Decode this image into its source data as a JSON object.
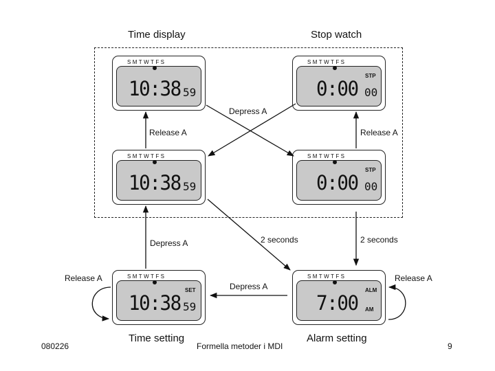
{
  "headings": {
    "time_display": "Time display",
    "stop_watch": "Stop watch",
    "time_setting": "Time setting",
    "alarm_setting": "Alarm setting"
  },
  "watches": {
    "time_display_top": {
      "days": "SMTWTFS",
      "time": "10:38",
      "seconds": "59",
      "mode": ""
    },
    "stop_watch_top": {
      "days": "SMTWTFS",
      "time": "0:00",
      "seconds": "00",
      "mode": "STP"
    },
    "time_display_bottom": {
      "days": "SMTWTFS",
      "time": "10:38",
      "seconds": "59",
      "mode": ""
    },
    "stop_watch_bottom": {
      "days": "SMTWTFS",
      "time": "0:00",
      "seconds": "00",
      "mode": "STP"
    },
    "time_setting": {
      "days": "SMTWTFS",
      "time": "10:38",
      "seconds": "59",
      "mode": "SET"
    },
    "alarm_setting": {
      "days": "SMTWTFS",
      "time": "7:00",
      "seconds": "",
      "mode": "ALM",
      "am": "AM"
    }
  },
  "transitions": {
    "release_a_left": "Release A",
    "release_a_right": "Release A",
    "depress_a_cross": "Depress A",
    "depress_a_up": "Depress A",
    "two_seconds_diag": "2 seconds",
    "two_seconds_right": "2 seconds",
    "depress_a_bottom": "Depress A",
    "release_a_loop_left": "Release A",
    "release_a_loop_right": "Release A"
  },
  "footer": {
    "left": "080226",
    "center": "Formella metoder i MDI",
    "right": "9"
  }
}
